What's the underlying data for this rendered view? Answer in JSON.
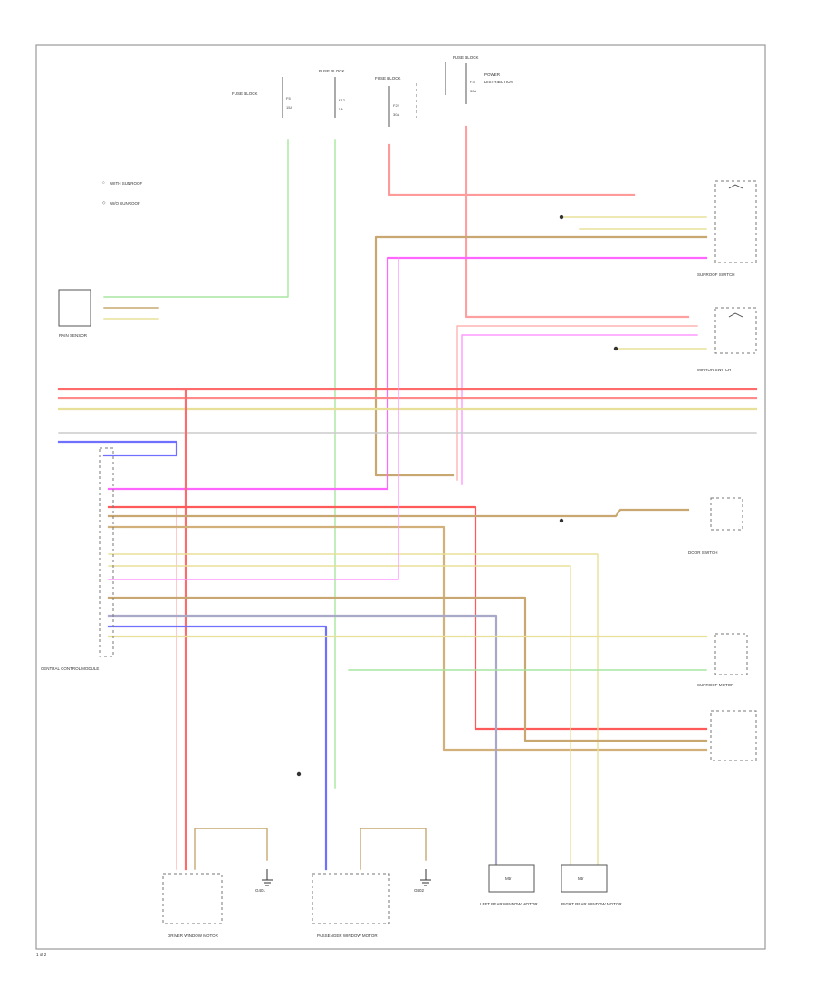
{
  "diagram": {
    "legend": {
      "items": [
        "WITH SUNROOF",
        "W/O SUNROOF"
      ]
    },
    "colors": {
      "red": "#ff6b6b",
      "pink": "#ffb3b3",
      "green": "#a8e6a0",
      "tan": "#c8a870",
      "magenta": "#ff66ff",
      "yellow": "#e8e098",
      "blue": "#7070ff",
      "gray": "#b0b0b0",
      "black": "#222222"
    },
    "components": {
      "rain_sensor": {
        "label": "RAIN SENSOR"
      },
      "fuse_block_1": {
        "label": "FUSE BLOCK"
      },
      "fuse_block_2": {
        "label": "FUSE BLOCK"
      },
      "fuse_block_3": {
        "label": "FUSE BLOCK"
      },
      "fuse_block_4": {
        "label": "FUSE BLOCK"
      },
      "body_module": {
        "label": "CENTRAL CONTROL MODULE"
      },
      "sunroof_switch": {
        "label": "SUNROOF SWITCH"
      },
      "sunroof_motor": {
        "label": "SUNROOF MOTOR"
      },
      "mirror_switch": {
        "label": "MIRROR SWITCH"
      },
      "door_switch": {
        "label": "DOOR SWITCH"
      },
      "window_motor_lf": {
        "label": "DRIVER WINDOW MOTOR"
      },
      "window_motor_rf": {
        "label": "PASSENGER WINDOW MOTOR"
      },
      "window_motor_lr": {
        "label": "LEFT REAR WINDOW MOTOR"
      },
      "window_motor_rr": {
        "label": "RIGHT REAR WINDOW MOTOR"
      },
      "ground_1": {
        "label": "G401"
      },
      "ground_2": {
        "label": "G402"
      },
      "motor_tag_1": {
        "label": "Mtr"
      },
      "motor_tag_2": {
        "label": "Mtr"
      }
    },
    "footer": {
      "page": "1 of 2"
    }
  }
}
